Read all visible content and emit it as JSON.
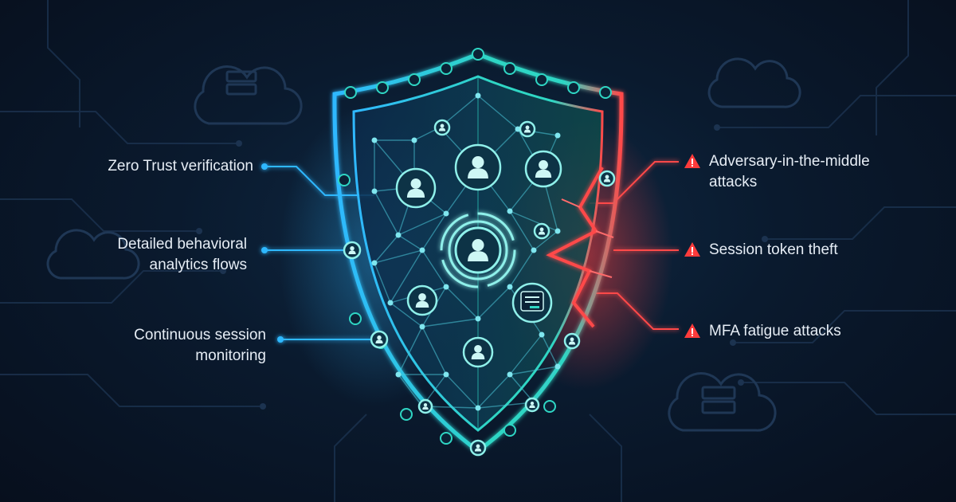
{
  "defenses": [
    {
      "line1": "Zero Trust verification",
      "line2": ""
    },
    {
      "line1": "Detailed behavioral",
      "line2": "analytics flows"
    },
    {
      "line1": "Continuous session",
      "line2": "monitoring"
    }
  ],
  "threats": [
    {
      "line1": "Adversary-in-the-middle",
      "line2": "attacks"
    },
    {
      "line1": "Session token theft",
      "line2": ""
    },
    {
      "line1": "MFA fatigue attacks",
      "line2": ""
    }
  ],
  "icons": {
    "shield": "shield-icon",
    "user": "user-avatar-icon",
    "warning": "warning-triangle-icon",
    "cloud": "cloud-server-icon",
    "login": "login-window-icon"
  },
  "colors": {
    "defense_accent": "#2fb8ff",
    "shield_teal": "#2fd6c4",
    "threat_accent": "#ff4a4a",
    "text": "#e6edf5"
  }
}
